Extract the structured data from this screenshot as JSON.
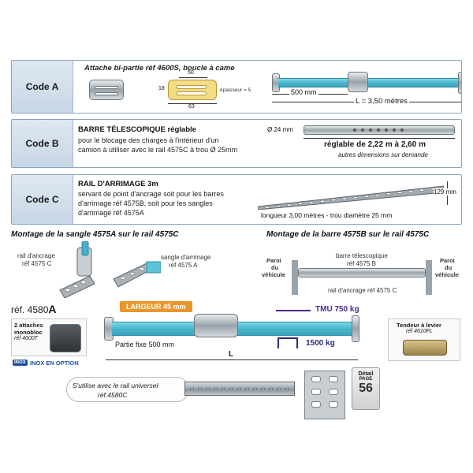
{
  "code_a": {
    "label": "Code A",
    "title": "Attache bi-partie réf 4600S, boucle à came",
    "dim_50": "50",
    "dim_18": "18",
    "dim_63": "63",
    "thickness": "épaisseur = 5",
    "length_500": "500 mm",
    "length_L": "L = 3,50 mètres"
  },
  "code_b": {
    "label": "Code B",
    "title": "BARRE TÉLESCOPIQUE réglable",
    "line1": "pour le blocage des charges à l'intérieur d'un",
    "line2": "camion à utiliser avec le rail 4575C à trou Ø 25mm",
    "diameter": "Ø 24 mm",
    "adjustable": "réglable de 2,22 m à 2,60 m",
    "other_dims": "autres dimensions sur demande"
  },
  "code_c": {
    "label": "Code C",
    "title": "RAIL D'ARRIMAGE 3m",
    "line1": "servant de point d'ancrage soit pour les barres",
    "line2": "d'arrimage réf 4575B, soit pour les sangles",
    "line3": "d'arrimage réf 4575A",
    "height": "129 mm",
    "length": "longueur 3,00 mètres - trou diamètre 25 mm"
  },
  "montage_left": {
    "title": "Montage de la sangle 4575A sur le rail 4575C",
    "rail_label_1": "rail d'ancrage",
    "rail_label_2": "réf 4575 C",
    "strap_label_1": "sangle d'arrimage",
    "strap_label_2": "réf 4575 A"
  },
  "montage_right": {
    "title": "Montage de la barre 4575B sur le rail 4575C",
    "wall_left_1": "Paroi",
    "wall_left_2": "du",
    "wall_left_3": "véhicule",
    "bar_label_1": "barre télescopique",
    "bar_label_2": "réf 4575 B",
    "rail_label": "rail d'ancrage réf 4575 C",
    "wall_right_1": "Paroi",
    "wall_right_2": "du",
    "wall_right_3": "véhicule"
  },
  "ref_4580": {
    "ref_prefix": "réf. 4580",
    "ref_suffix": "A",
    "width_badge": "LARGEUR 45 mm",
    "tmu": "TMU 750 kg",
    "load": "1500 kg",
    "fixed_part": "Partie fixe 500 mm",
    "length_L": "L",
    "attaches_1": "2 attaches",
    "attaches_2": "monobloc",
    "attaches_3": "réf 4600T",
    "inox_badge": "INOX",
    "inox_text": "INOX EN OPTION",
    "tensioner_1": "Tendeur à levier",
    "tensioner_2": "réf 4610FL",
    "rail_text_1": "S'utilise avec le rail universel",
    "rail_text_2": "réf.4580C",
    "detail_1": "Détail",
    "detail_2": "PAGE",
    "detail_page": "56"
  },
  "colors": {
    "strap": "#45b4cc",
    "badge_orange": "#e9962a",
    "tmu_purple": "#4b2a8a",
    "frame": "#8aa6c2"
  }
}
